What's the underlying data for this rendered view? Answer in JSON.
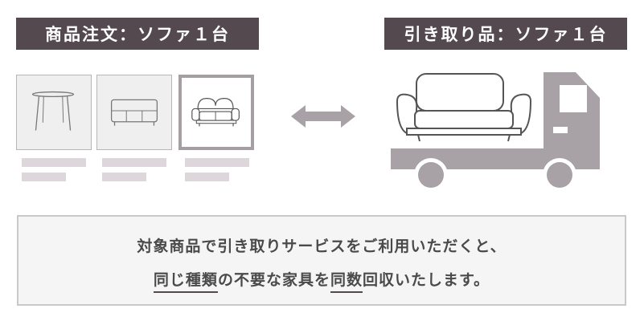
{
  "headers": {
    "order": "商品注文：ソファ１台",
    "pickup": "引き取り品：ソファ１台"
  },
  "products": [
    {
      "icon": "table-icon",
      "selected": false
    },
    {
      "icon": "sideboard-icon",
      "selected": false
    },
    {
      "icon": "sofa-icon",
      "selected": true
    }
  ],
  "info": {
    "line1": "対象商品で引き取りサービスをご利用いただくと、",
    "line2_part1": "同じ種類",
    "line2_part2": "の不要な家具を",
    "line2_part3": "同数",
    "line2_part4": "回収いたします。"
  },
  "colors": {
    "header_bg": "#54494f",
    "truck": "#a8a2a7",
    "arrow": "#a8a2a7",
    "placeholder": "#ddd6db"
  }
}
